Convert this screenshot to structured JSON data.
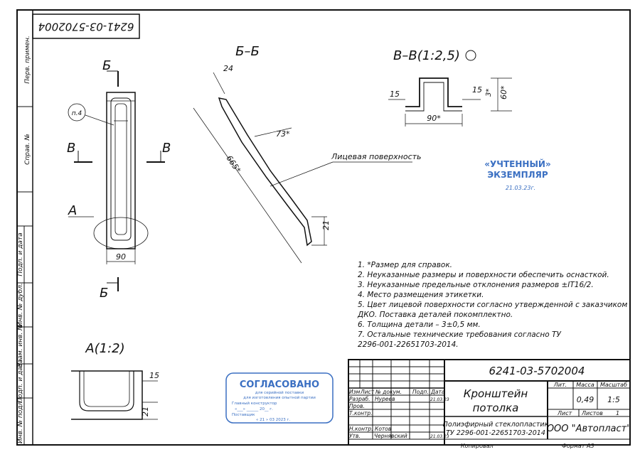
{
  "doc_code": "6241-03-5702004",
  "doc_code_rotated": "6241-03-5702004",
  "left_strip": {
    "prim": "Перв. примен.",
    "sprav": "Справ. №",
    "podp_data1": "Подп. и дата",
    "inv_dubl": "Инв. № дубл.",
    "vzam_inv": "Взам. инв. №",
    "podp_data2": "Подп. и дата",
    "inv_podl": "Инв. № подл."
  },
  "views": {
    "section_b": "Б–Б",
    "section_v": "В–В(1:2,5)",
    "detail_a": "А(1:2)",
    "mark_b": "Б",
    "mark_v": "В",
    "mark_a": "А",
    "pos_note": "п.4",
    "face_label": "Лицевая поверхность"
  },
  "dimensions": {
    "d90": "90",
    "d24": "24",
    "d73": "73*",
    "d665": "665*",
    "d21": "21",
    "d15": "15",
    "d3": "3*",
    "d60": "60*",
    "d90s": "90*",
    "d15a": "15",
    "d21a": "21"
  },
  "notes": [
    "1. *Размер для справок.",
    "2. Неуказанные размеры и поверхности обеспечить оснасткой.",
    "3. Неуказанные предельные отклонения размеров ±IT16/2.",
    "4. Место размещения этикетки.",
    "5. Цвет лицевой поверхности согласно утвержденной с заказчиком",
    "ДКО. Поставка деталей покомплектно.",
    "6. Толщина детали – 3±0,5 мм.",
    "7. Остальные     технические     требования     согласно     ТУ",
    "2296-001-22651703-2014."
  ],
  "stamp_copy": {
    "line1": "«УЧТЕННЫЙ»",
    "line2": "ЭКЗЕМПЛЯР",
    "date": "21.03.23г."
  },
  "stamp_agreed": {
    "title": "СОГЛАСОВАНО",
    "sub1": "для серийной поставки",
    "sub2": "для изготовления опытной партии",
    "sub3": "Главный конструктор",
    "date_line": "«___» ______ 20__ г.",
    "supplier": "Поставщик",
    "date2": "« 21 » 03 2023 г."
  },
  "title_block": {
    "code": "6241-03-5702004",
    "name_line1": "Кронштейн",
    "name_line2": "потолка",
    "material_line1": "Полиэфирный стеклопластик",
    "material_line2": "ТУ 2296-001-22651703-2014",
    "org": "ООО \"Автопласт\"",
    "h_izm": "Изм",
    "h_list": "Лист",
    "h_doc": "№ докум.",
    "h_podp": "Подп.",
    "h_date": "Дата",
    "r_razrab": "Разраб.",
    "r_prov": "Пров.",
    "r_tkontr": "Т.контр.",
    "r_nkontr": "Н.контр.",
    "r_utv": "Утв.",
    "razrab_name": "Нуреев",
    "nkontr_name": "Котов",
    "utv_name": "Чернявский",
    "sign_date1": "21.03.23",
    "sign_date2": "21.03.23",
    "h_lit": "Лит.",
    "h_massa": "Масса",
    "h_masshtab": "Масштаб",
    "massa": "0,49",
    "masshtab": "1:5",
    "h_sheet": "Лист",
    "h_sheets": "Листов",
    "sheets": "1",
    "copied": "Копировал",
    "format": "Формат   А3"
  }
}
